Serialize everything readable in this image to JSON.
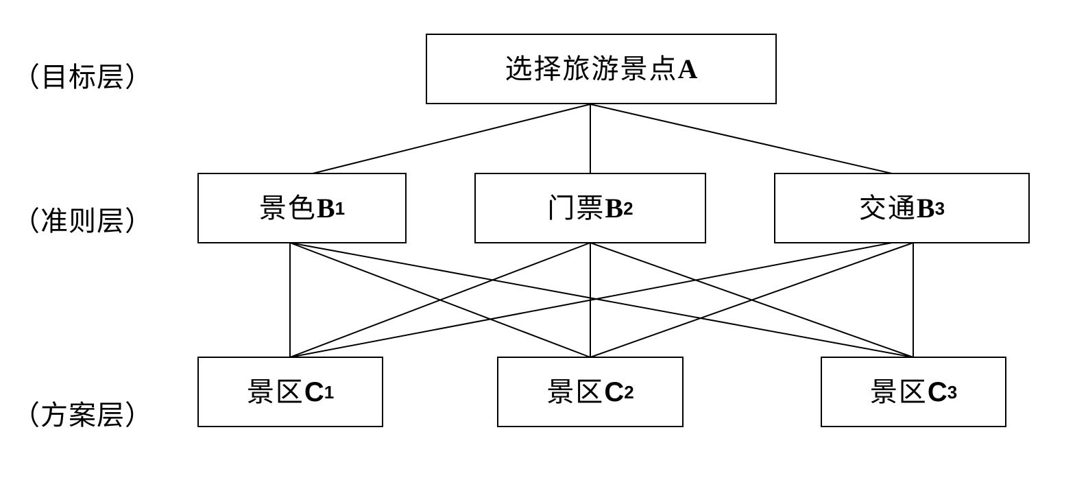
{
  "layers": {
    "goal": "（目标层）",
    "criteria": "（准则层）",
    "alternatives": "（方案层）"
  },
  "goal": {
    "text": "选择旅游景点",
    "code": "A"
  },
  "criteria": [
    {
      "text": "景色",
      "code": "B",
      "sub": "1"
    },
    {
      "text": "门票",
      "code": "B",
      "sub": "2"
    },
    {
      "text": "交通",
      "code": "B",
      "sub": "3"
    }
  ],
  "alternatives": [
    {
      "text": "景区",
      "code": "C",
      "sub": "1"
    },
    {
      "text": "景区",
      "code": "C",
      "sub": "2"
    },
    {
      "text": "景区",
      "code": "C",
      "sub": "3"
    }
  ],
  "colors": {
    "stroke": "#000000",
    "background": "#ffffff"
  }
}
